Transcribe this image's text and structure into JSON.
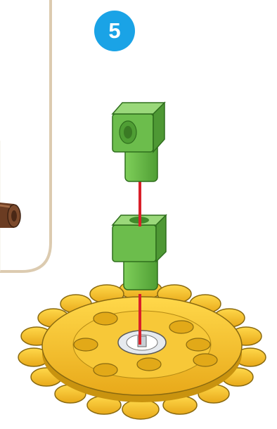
{
  "step": {
    "number": "5",
    "badge_color": "#1aa3e6"
  },
  "colors": {
    "panel_border": "#dccbb0",
    "connector_green": "#6cbd4c",
    "connector_green_dark": "#3f8a2a",
    "gear_yellow": "#f5c232",
    "gear_yellow_dark": "#c99412",
    "guide_line": "#d9202a",
    "peg_brown": "#6b3c22"
  },
  "icons": [
    "previous-step-panel",
    "brown-peg-piece",
    "green-corner-connector-top",
    "green-corner-connector-middle",
    "yellow-gear",
    "red-guide-line"
  ]
}
